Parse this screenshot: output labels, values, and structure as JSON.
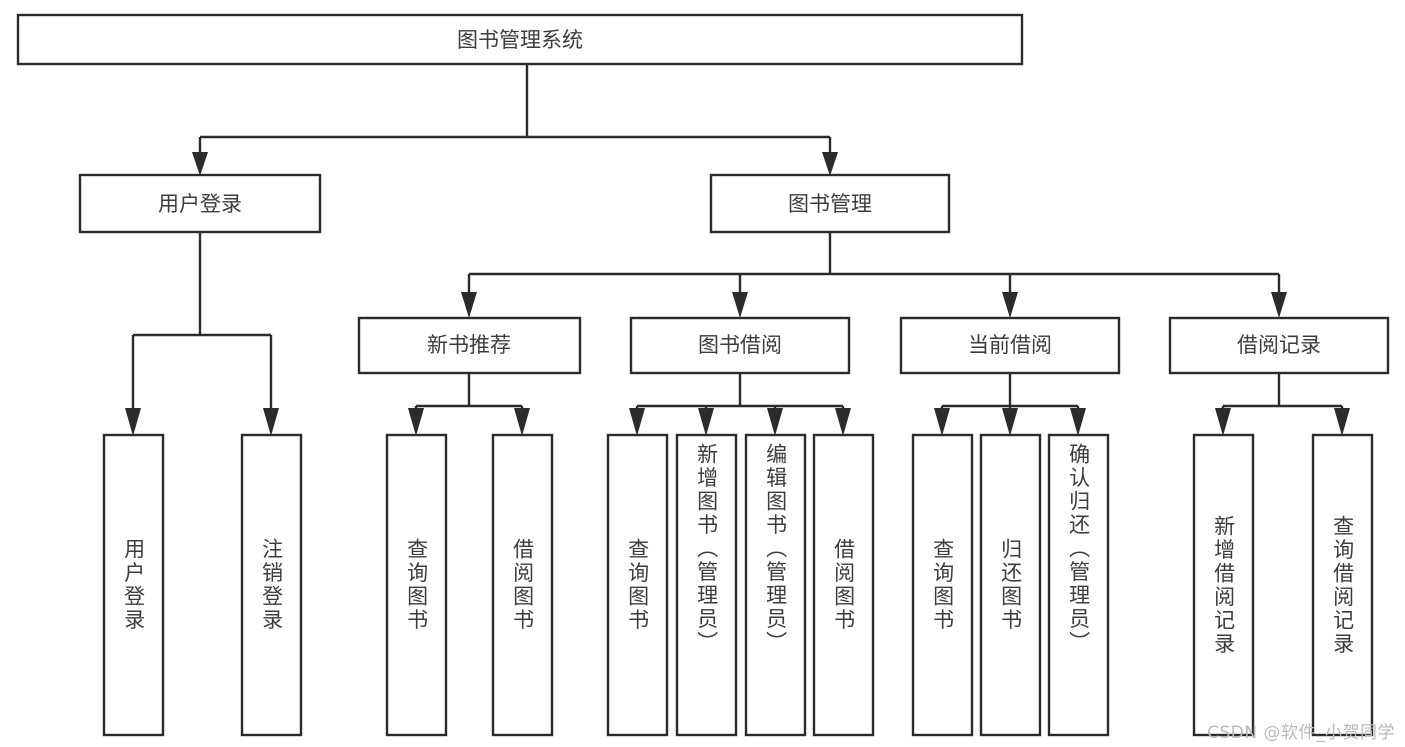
{
  "diagram": {
    "type": "tree-hierarchy",
    "title": "图书管理系统",
    "orientation": "top-down",
    "colors": {
      "stroke": "#2b2b2b",
      "box_fill": "#ffffff",
      "text": "#3d3d3d",
      "background": "#ffffff",
      "watermark": "#b9b9b9"
    },
    "root": {
      "label": "图书管理系统"
    },
    "level1": [
      {
        "label": "用户登录"
      },
      {
        "label": "图书管理"
      }
    ],
    "level2": [
      {
        "label": "新书推荐"
      },
      {
        "label": "图书借阅"
      },
      {
        "label": "当前借阅"
      },
      {
        "label": "借阅记录"
      }
    ],
    "leaves": {
      "user_login": [
        {
          "label": "用户登录"
        },
        {
          "label": "注销登录"
        }
      ],
      "new_book_recommend": [
        {
          "label": "查询图书"
        },
        {
          "label": "借阅图书"
        }
      ],
      "book_borrow": [
        {
          "label": "查询图书"
        },
        {
          "label": "新增图书（管理员）"
        },
        {
          "label": "编辑图书（管理员）"
        },
        {
          "label": "借阅图书"
        }
      ],
      "current_borrow": [
        {
          "label": "查询图书"
        },
        {
          "label": "归还图书"
        },
        {
          "label": "确认归还（管理员）"
        }
      ],
      "borrow_records": [
        {
          "label": "新增借阅记录"
        },
        {
          "label": "查询借阅记录"
        }
      ]
    }
  },
  "watermark": {
    "text": "CSDN @软件_小贺同学"
  }
}
